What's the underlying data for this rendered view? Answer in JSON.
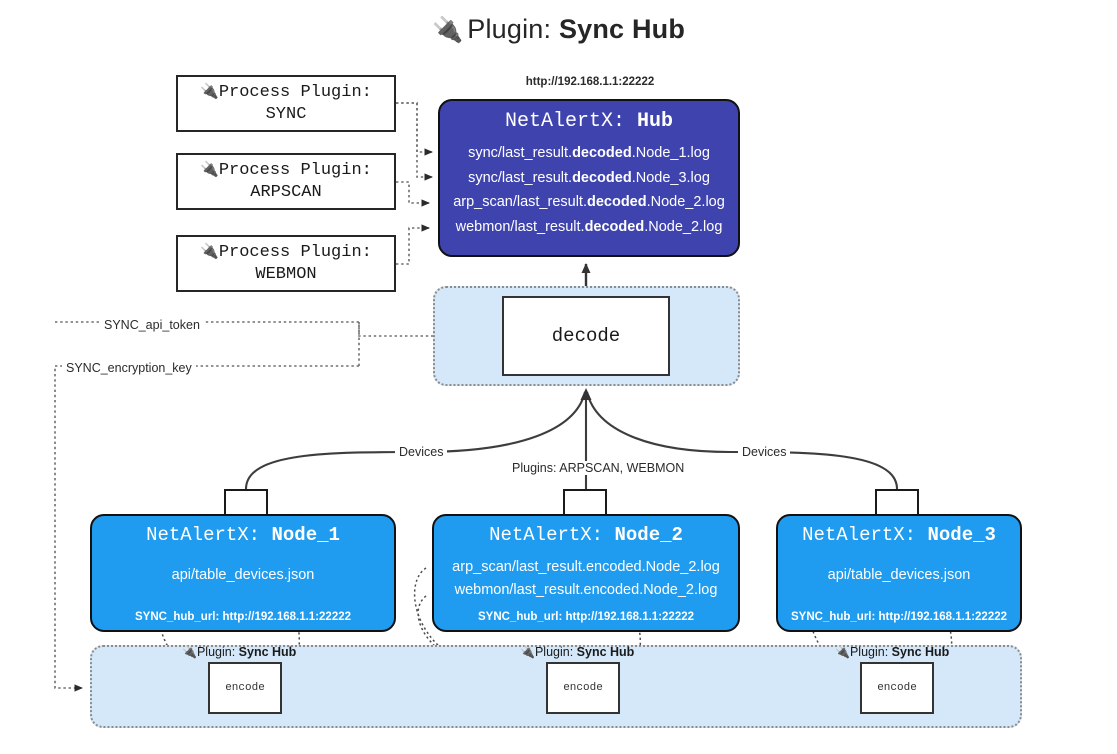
{
  "title": {
    "icon": "plug-icon",
    "prefix": "Plugin:",
    "name": "Sync Hub"
  },
  "process_plugins": [
    {
      "icon": "plug-icon",
      "line1": "Process Plugin:",
      "line2": "SYNC"
    },
    {
      "icon": "plug-icon",
      "line1": "Process Plugin:",
      "line2": "ARPSCAN"
    },
    {
      "icon": "plug-icon",
      "line1": "Process Plugin:",
      "line2": "WEBMON"
    }
  ],
  "hub": {
    "url": "http://192.168.1.1:22222",
    "title_prefix": "NetAlertX:",
    "title_name": "Hub",
    "color": "#3f43ae",
    "logs": [
      {
        "pre": "sync/last_result.",
        "mid": "decoded",
        "post": ".Node_1.log"
      },
      {
        "pre": "sync/last_result.",
        "mid": "decoded",
        "post": ".Node_3.log"
      },
      {
        "pre": "arp_scan/last_result.",
        "mid": "decoded",
        "post": ".Node_2.log"
      },
      {
        "pre": "webmon/last_result.",
        "mid": "decoded",
        "post": ".Node_2.log"
      }
    ]
  },
  "decode": {
    "label": "decode",
    "container_color": "#d4e8fa"
  },
  "edge_labels": {
    "api_token": "SYNC_api_token",
    "encryption_key": "SYNC_encryption_key",
    "devices_left": "Devices",
    "devices_right": "Devices",
    "plugins_mid": "Plugins: ARPSCAN, WEBMON"
  },
  "nodes": [
    {
      "title_prefix": "NetAlertX:",
      "title_name": "Node_1",
      "color": "#1f9bef",
      "lines": [
        "api/table_devices.json"
      ],
      "hub_url_label": "SYNC_hub_url: http://192.168.1.1:22222",
      "envelope": "envelope-icon"
    },
    {
      "title_prefix": "NetAlertX:",
      "title_name": "Node_2",
      "color": "#1f9bef",
      "lines": [
        "arp_scan/last_result.encoded.Node_2.log",
        "webmon/last_result.encoded.Node_2.log"
      ],
      "hub_url_label": "SYNC_hub_url: http://192.168.1.1:22222",
      "envelope": "envelope-icon"
    },
    {
      "title_prefix": "NetAlertX:",
      "title_name": "Node_3",
      "color": "#1f9bef",
      "lines": [
        "api/table_devices.json"
      ],
      "hub_url_label": "SYNC_hub_url: http://192.168.1.1:22222",
      "envelope": "envelope-icon"
    }
  ],
  "plugin_band": {
    "color": "#d4e8fa",
    "labels": [
      {
        "icon": "plug-icon",
        "prefix": "Plugin:",
        "name": "Sync Hub"
      },
      {
        "icon": "plug-icon",
        "prefix": "Plugin:",
        "name": "Sync Hub"
      },
      {
        "icon": "plug-icon",
        "prefix": "Plugin:",
        "name": "Sync Hub"
      }
    ],
    "encode_label": "encode"
  }
}
